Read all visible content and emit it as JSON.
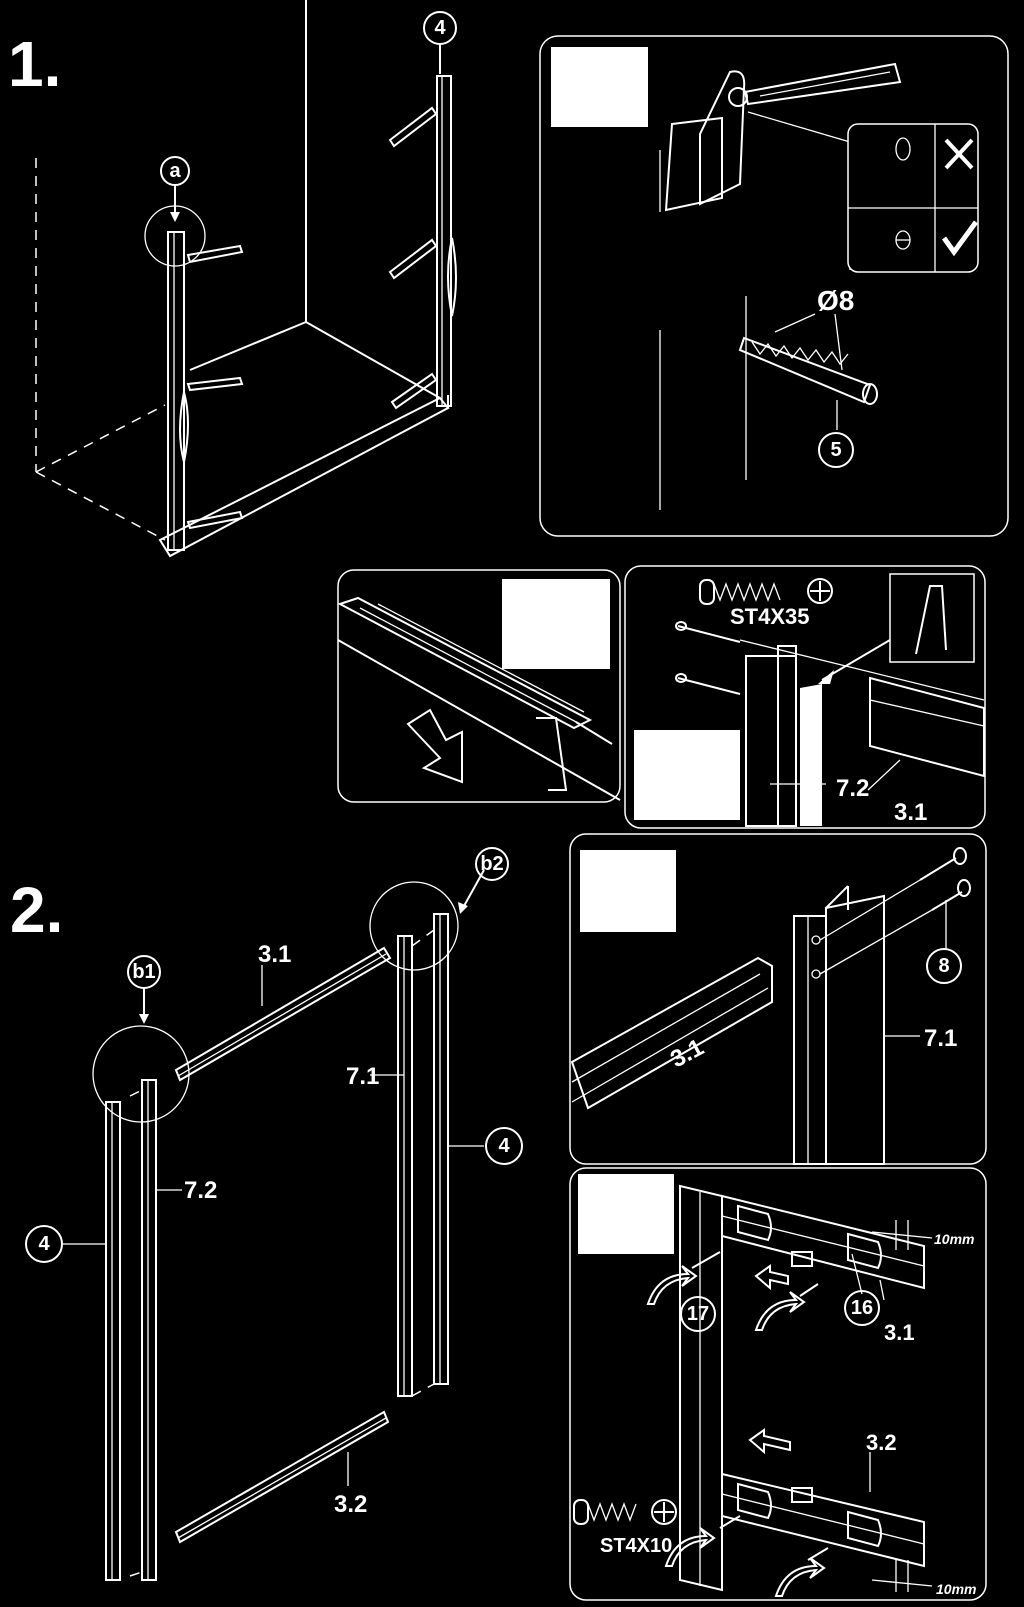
{
  "steps": {
    "step1": "1.",
    "step2": "2."
  },
  "labels": {
    "callout_a": "a",
    "callout_4_top": "4",
    "callout_5": "5",
    "diameter": "Ø8",
    "screw_top": "ST4X35",
    "part_7_2_detail": "7.2",
    "part_3_1_detail": "3.1",
    "callout_b1": "b1",
    "callout_b2": "b2",
    "part_3_1_main": "3.1",
    "part_7_1_main": "7.1",
    "callout_4_right": "4",
    "part_7_2_main": "7.2",
    "callout_4_left": "4",
    "part_3_2_main": "3.2",
    "callout_8": "8",
    "part_3_1_b2": "3.1",
    "part_7_1_b2": "7.1",
    "dim_10mm_top": "10mm",
    "callout_17": "17",
    "callout_16": "16",
    "part_3_1_bottom": "3.1",
    "part_3_2_bottom": "3.2",
    "screw_bottom": "ST4X10",
    "dim_10mm_bottom": "10mm"
  },
  "icons": [
    "x-mark-icon",
    "check-mark-icon",
    "phillips-head-icon"
  ]
}
